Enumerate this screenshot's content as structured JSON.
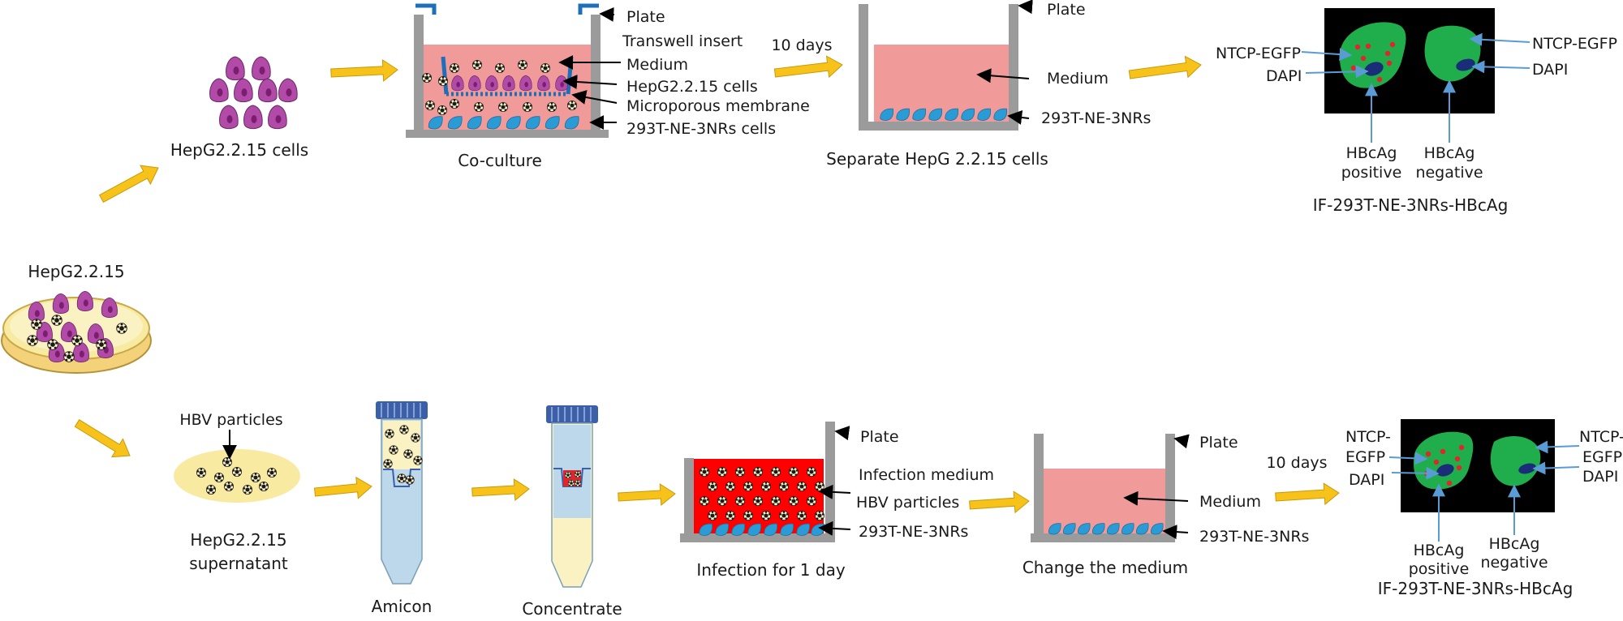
{
  "colors": {
    "medium": "#f19a9a",
    "infection_medium": "#ff0000",
    "plate_gray": "#9b9b9b",
    "insert_blue": "#1f6fb8",
    "arrow_yellow": "#f7c21a",
    "cell_purple": "#b24aa8",
    "cell_blue": "#2b9bd6",
    "if_green": "#1fae4b",
    "nucleus": "#1b2d78",
    "hbcag_dot": "#e0262c",
    "pointer_blue": "#5b9bd5",
    "dish_yellow": "#f8eaa0",
    "tube_blue": "#bcd8ea",
    "cap_blue": "#3b5fa8"
  },
  "hepg2_source": {
    "label": "HepG2.2.15"
  },
  "top": {
    "cells_caption": "HepG2.2.15 cells",
    "coculture": {
      "caption": "Co-culture",
      "labels": [
        "Plate",
        "Transwell insert",
        "Medium",
        "HepG2.2.15 cells",
        "Microporous membrane",
        "293T-NE-3NRs cells"
      ]
    },
    "separate": {
      "arrow_label": "10 days",
      "caption": "Separate HepG 2.2.15 cells",
      "labels": [
        "Plate",
        "Medium",
        "293T-NE-3NRs"
      ]
    },
    "if_panel": {
      "left": {
        "ntcp": "NTCP-EGFP",
        "dapi": "DAPI",
        "hbcag": "HBcAg",
        "status": "positive"
      },
      "right": {
        "ntcp": "NTCP-EGFP",
        "dapi": "DAPI",
        "hbcag": "HBcAg",
        "status": "negative"
      },
      "caption": "IF-293T-NE-3NRs-HBcAg"
    }
  },
  "bottom": {
    "supernatant": {
      "particles_label": "HBV particles",
      "caption_line1": "HepG2.2.15",
      "caption_line2": "supernatant"
    },
    "amicon": {
      "caption": "Amicon"
    },
    "concentrate": {
      "caption": "Concentrate"
    },
    "infection": {
      "caption": "Infection for 1 day",
      "labels": [
        "Plate",
        "Infection medium",
        "HBV particles",
        "293T-NE-3NRs"
      ]
    },
    "change": {
      "caption": "Change the medium",
      "labels": [
        "Plate",
        "Medium",
        "293T-NE-3NRs"
      ],
      "arrow_label": "10 days"
    },
    "if_panel": {
      "left": {
        "ntcp_line1": "NTCP-",
        "ntcp_line2": "EGFP",
        "dapi": "DAPI",
        "hbcag": "HBcAg",
        "status": "positive"
      },
      "right": {
        "ntcp_line1": "NTCP-",
        "ntcp_line2": "EGFP",
        "dapi": "DAPI",
        "hbcag": "HBcAg",
        "status": "negative"
      },
      "caption": "IF-293T-NE-3NRs-HBcAg"
    }
  }
}
